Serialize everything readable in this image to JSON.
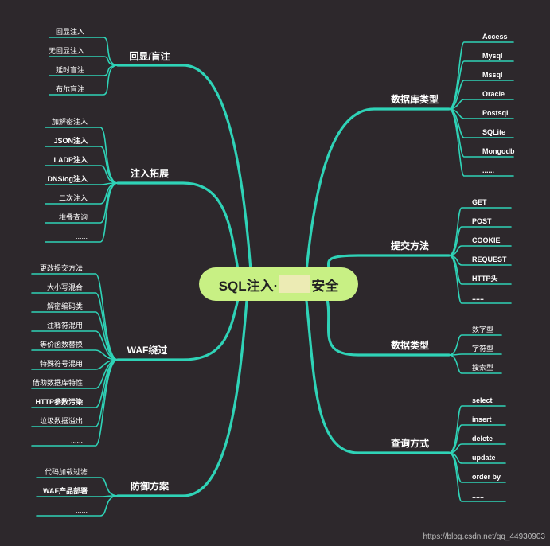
{
  "central_topic": {
    "before": "SQL注入·",
    "after": "安全"
  },
  "left_branches": [
    {
      "label": "回显/盲注",
      "leaves": [
        "回显注入",
        "无回显注入",
        "延时盲注",
        "布尔盲注"
      ]
    },
    {
      "label": "注入拓展",
      "leaves": [
        "加解密注入",
        "JSON注入",
        "LADP注入",
        "DNSlog注入",
        "二次注入",
        "堆叠查询",
        "......"
      ]
    },
    {
      "label": "WAF绕过",
      "leaves": [
        "更改提交方法",
        "大小写混合",
        "解密编码类",
        "注释符混用",
        "等价函数替换",
        "特殊符号混用",
        "借助数据库特性",
        "HTTP参数污染",
        "垃圾数据溢出",
        "......"
      ]
    },
    {
      "label": "防御方案",
      "leaves": [
        "代码加载过滤",
        "WAF产品部署",
        "......"
      ]
    }
  ],
  "right_branches": [
    {
      "label": "数据库类型",
      "leaves": [
        "Access",
        "Mysql",
        "Mssql",
        "Oracle",
        "Postsql",
        "SQLite",
        "Mongodb",
        "......"
      ]
    },
    {
      "label": "提交方法",
      "leaves": [
        "GET",
        "POST",
        "COOKIE",
        "REQUEST",
        "HTTP头",
        "......"
      ]
    },
    {
      "label": "数据类型",
      "leaves": [
        "数字型",
        "字符型",
        "搜索型"
      ]
    },
    {
      "label": "查询方式",
      "leaves": [
        "select",
        "insert",
        "delete",
        "update",
        "order by",
        "......"
      ]
    }
  ],
  "watermark": "https://blog.csdn.net/qq_44930903",
  "colors": {
    "background": "#2d282c",
    "line": "#2fd3b7",
    "central_fill": "#c8f084",
    "text": "#ffffff"
  }
}
